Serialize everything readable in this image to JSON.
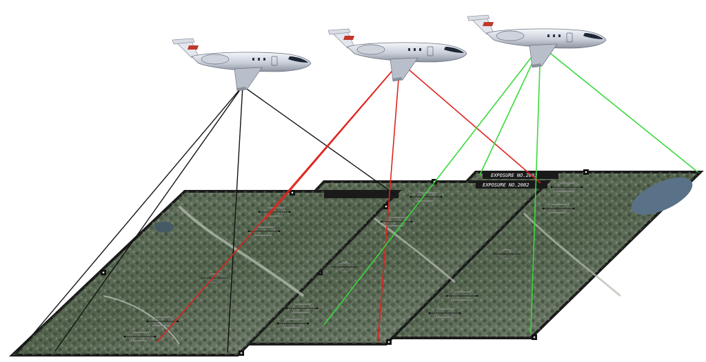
{
  "figure": {
    "photos": [
      {
        "id": "photo-1",
        "header": "",
        "ray_color": "#111111"
      },
      {
        "id": "photo-2",
        "header": "EXPOSURE NO.2002",
        "ray_color": "#e0221c"
      },
      {
        "id": "photo-3",
        "header": "EXPOSURE NO.2003",
        "ray_color": "#38d93a"
      }
    ],
    "colors": {
      "aircraft_body": "#d8dce4",
      "aircraft_stripe": "#c0392b",
      "cockpit": "#1d2736",
      "frame": "#1a1a1a",
      "terrain_dark": "#4a5a48",
      "terrain_light": "#9ea79a",
      "lake": "#5a7287"
    },
    "icons": [
      "aircraft-icon",
      "fiducial-mark-icon",
      "ground-control-point-icon"
    ]
  }
}
